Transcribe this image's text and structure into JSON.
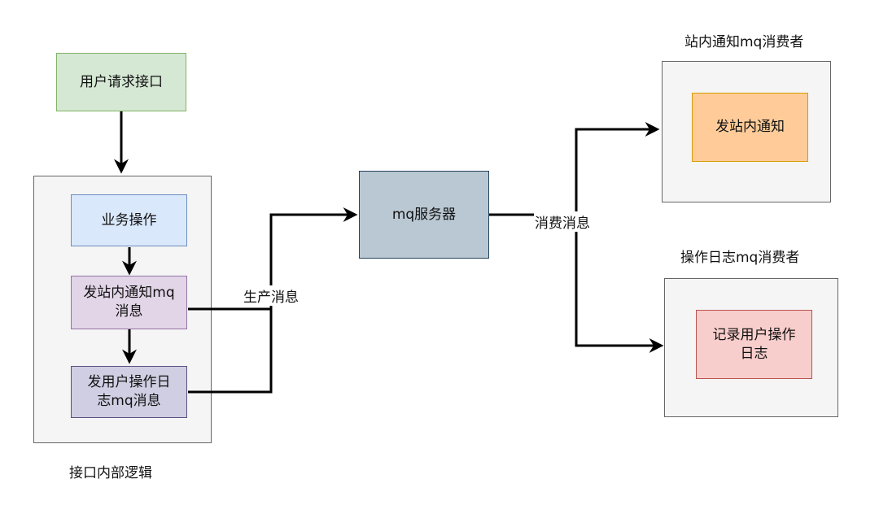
{
  "nodes": {
    "user_request": "用户请求接口",
    "business_op": "业务操作",
    "send_station_msg": "发站内通知mq\n消息",
    "send_oplog_msg": "发用户操作日\n志mq消息",
    "mq_server": "mq服务器",
    "send_station_notice": "发站内通知",
    "record_oplog": "记录用户操作\n日志"
  },
  "groups": {
    "interface_logic": "接口内部逻辑",
    "station_consumer": "站内通知mq消费者",
    "oplog_consumer": "操作日志mq消费者"
  },
  "edges": {
    "produce": "生产消息",
    "consume": "消费消息"
  },
  "colors": {
    "green_fill": "#d5e8d4",
    "green_stroke": "#82b366",
    "blue_fill": "#dae8fc",
    "blue_stroke": "#6c8ebf",
    "purple_fill": "#e1d5e7",
    "purple_stroke": "#9673a6",
    "dark_purple_fill": "#d0cee2",
    "dark_purple_stroke": "#56517e",
    "slate_fill": "#bac8d3",
    "slate_stroke": "#23445d",
    "orange_fill": "#ffcc99",
    "orange_stroke": "#d79b00",
    "red_fill": "#f8cecc",
    "red_stroke": "#b85450"
  }
}
